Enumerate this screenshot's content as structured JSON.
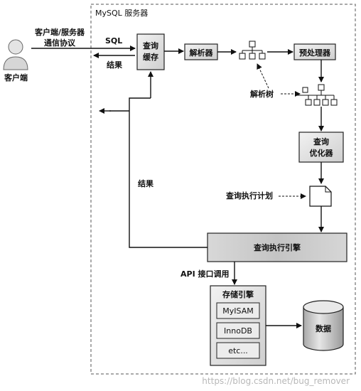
{
  "server_title": "MySQL 服务器",
  "client": {
    "label": "客户端",
    "protocol_line1": "客户端/服务器",
    "protocol_line2": "通信协议"
  },
  "edges": {
    "sql": "SQL",
    "result_top": "结果",
    "result_side": "结果",
    "parse_tree": "解析树",
    "exec_plan": "查询执行计划",
    "api": "API 接口调用"
  },
  "nodes": {
    "query_cache_line1": "查询",
    "query_cache_line2": "缓存",
    "parser": "解析器",
    "preprocessor": "预处理器",
    "optimizer_line1": "查询",
    "optimizer_line2": "优化器",
    "execution_engine": "查询执行引擎",
    "storage_engines": "存储引擎",
    "data": "数据"
  },
  "storage_items": [
    "MyISAM",
    "InnoDB",
    "etc..."
  ],
  "watermark": "https://blog.csdn.net/bug_remover"
}
